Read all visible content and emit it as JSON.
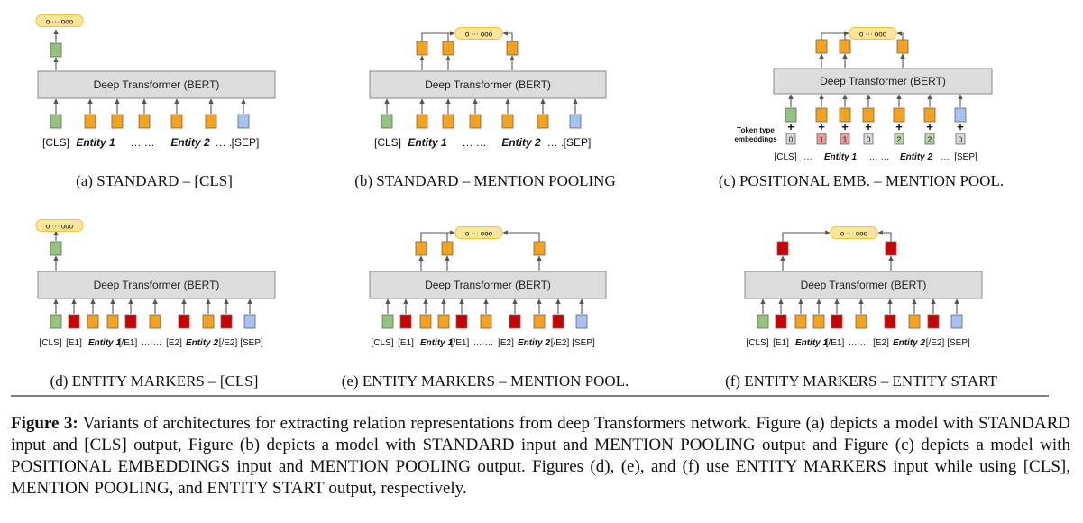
{
  "transformer_label": "Deep Transformer (BERT)",
  "token_type_label": [
    "Token type",
    "embeddings"
  ],
  "output_dots": "o ··· ooo",
  "panels": {
    "a": {
      "caption": "(a) STANDARD – [CLS]",
      "tokens": [
        "[CLS]",
        "Entity 1",
        "…  …",
        "Entity 2",
        "… .",
        "[SEP]"
      ]
    },
    "b": {
      "caption": "(b) STANDARD – MENTION POOLING",
      "tokens": [
        "[CLS]",
        "Entity 1",
        "…  …",
        "Entity 2",
        "… .",
        "[SEP]"
      ]
    },
    "c": {
      "caption": "(c) POSITIONAL EMB. – MENTION POOL.",
      "tokens": [
        "[CLS]",
        "…",
        "Entity 1",
        "…  …",
        "Entity 2",
        "…",
        "[SEP]"
      ],
      "token_type_ids": [
        "0",
        "1",
        "1",
        "0",
        "2",
        "2",
        "0"
      ]
    },
    "d": {
      "caption": "(d) ENTITY MARKERS – [CLS]",
      "tokens": [
        "[CLS]",
        "[E1]",
        "Entity 1",
        "[/E1]",
        "…  …",
        "[E2]",
        "Entity 2",
        "[/E2]",
        "[SEP]"
      ]
    },
    "e": {
      "caption": "(e) ENTITY MARKERS – MENTION POOL.",
      "tokens": [
        "[CLS]",
        "[E1]",
        "Entity 1",
        "[/E1]",
        "…  …",
        "[E2]",
        "Entity 2",
        "[/E2]",
        "[SEP]"
      ]
    },
    "f": {
      "caption": "(f) ENTITY MARKERS – ENTITY START",
      "tokens": [
        "[CLS]",
        "[E1]",
        "Entity 1",
        "[/E1]",
        "…  …",
        "[E2]",
        "Entity 2",
        "[/E2]",
        "[SEP]"
      ]
    }
  },
  "figure_caption": {
    "label": "Figure 3:",
    "parts": [
      {
        "t": " Variants of architectures for extracting relation representations from deep Transformers network. Figure (a) depicts a model with ",
        "sc": false
      },
      {
        "t": "STANDARD",
        "sc": true
      },
      {
        "t": " input and [CLS] output, Figure (b) depicts a model with ",
        "sc": false
      },
      {
        "t": "STANDARD",
        "sc": true
      },
      {
        "t": " input and ",
        "sc": false
      },
      {
        "t": "MENTION POOLING",
        "sc": true
      },
      {
        "t": " output and Figure (c) depicts a model with ",
        "sc": false
      },
      {
        "t": "POSITIONAL EMBEDDINGS",
        "sc": true
      },
      {
        "t": " input and ",
        "sc": false
      },
      {
        "t": "MENTION POOLING",
        "sc": true
      },
      {
        "t": " output. Figures (d), (e), and (f) use ",
        "sc": false
      },
      {
        "t": "ENTITY MARKERS",
        "sc": true
      },
      {
        "t": " input while using [CLS], ",
        "sc": false
      },
      {
        "t": "MENTION POOLING",
        "sc": true
      },
      {
        "t": ", and ",
        "sc": false
      },
      {
        "t": "ENTITY START",
        "sc": true
      },
      {
        "t": " output, respectively.",
        "sc": false
      }
    ]
  },
  "colors": {
    "green": "#93c47d",
    "orange": "#f6a21a",
    "blue": "#a4c2f4",
    "red": "#cc0000",
    "pink": "#ea9999",
    "ttgreen": "#b6d7a8",
    "grey": "#d9d9d9",
    "pill": "#ffe599",
    "pill_border": "#f1c232",
    "transformer_fill": "#dcdcdc"
  }
}
